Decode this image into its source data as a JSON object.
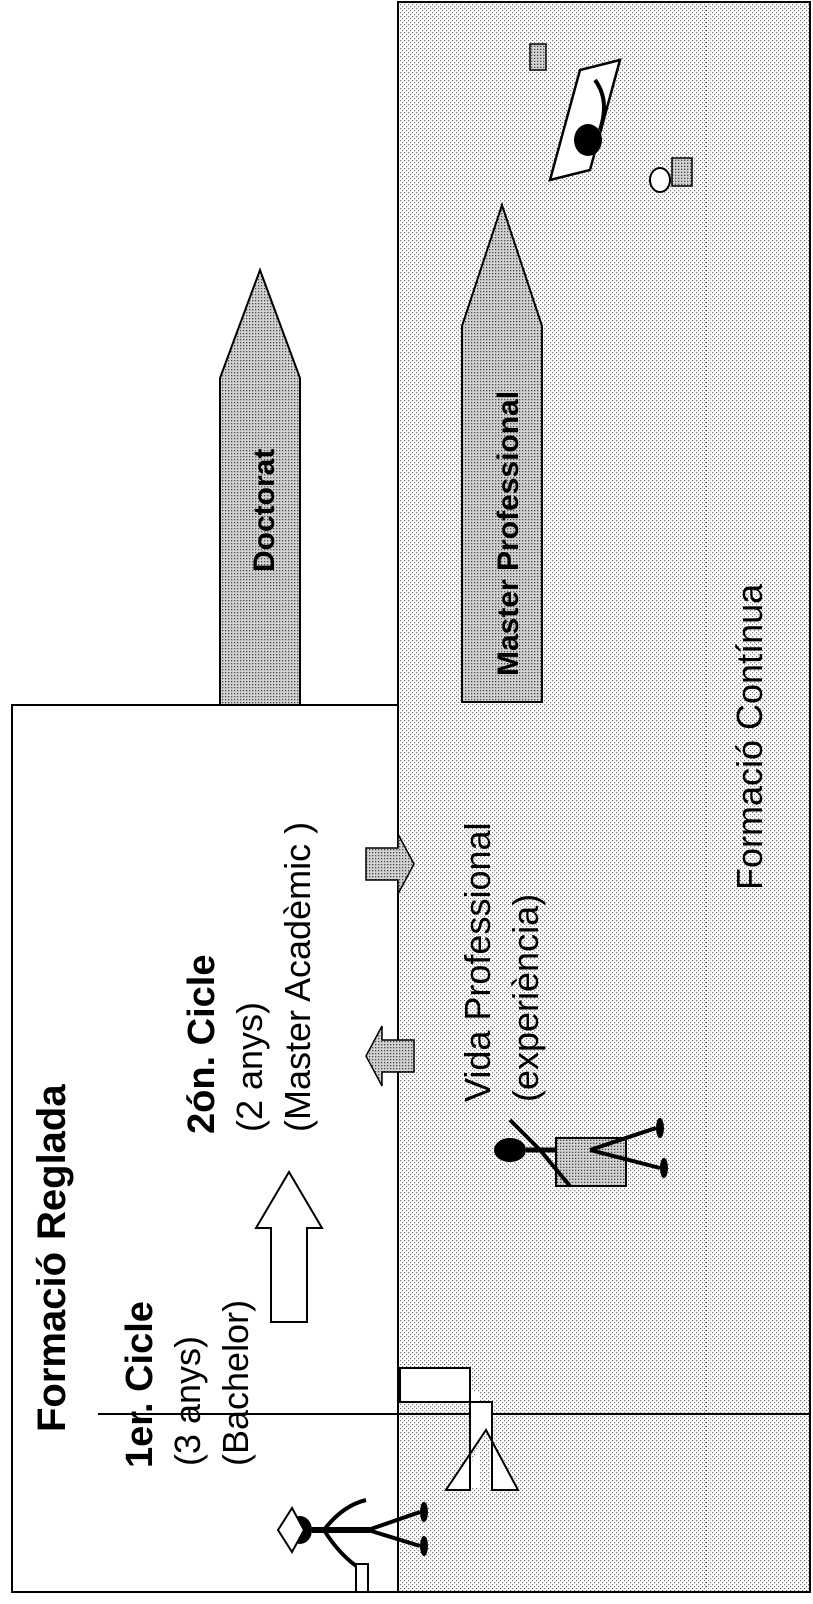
{
  "reglada": {
    "title_word1": "Formació",
    "title_word2": "Reglada",
    "first_cycle": {
      "title": "1er. Cicle",
      "duration": "(3 anys)",
      "degree": "(Bachelor)"
    },
    "second_cycle": {
      "title": "2ón. Cicle",
      "duration": "(2 anys)",
      "degree": "(Master Acadèmic )"
    }
  },
  "professional": {
    "line1": "Vida Professional",
    "line2": "(experiència)"
  },
  "continua": "Formació Contínua",
  "arrows": {
    "doctorat": "Doctorat",
    "master_professional": "Master Professional"
  },
  "icons": {
    "graduate": "graduate-figure-icon",
    "worker": "worker-carrying-box-icon",
    "relaxing": "person-relaxing-icon",
    "shaded_fill": "#c8c8c8"
  }
}
